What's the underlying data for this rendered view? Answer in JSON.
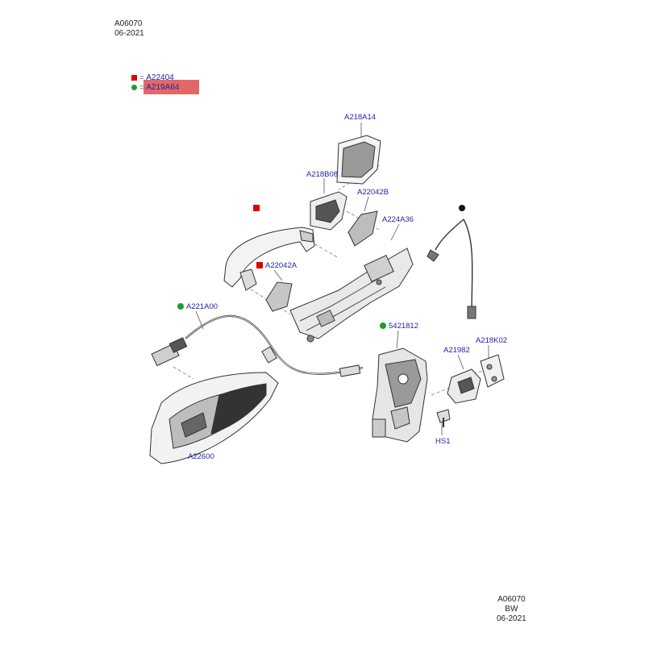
{
  "header": {
    "code": "A06070",
    "date": "06-2021"
  },
  "footer": {
    "code": "A06070",
    "author": "BW",
    "date": "06-2021"
  },
  "legend": {
    "items": [
      {
        "symbol": "red-square",
        "code": "A22404"
      },
      {
        "symbol": "green-circle",
        "code": "A219A64"
      }
    ],
    "equals": "="
  },
  "labels": {
    "a218a14": "A218A14",
    "a218b08": "A218B08",
    "a22042b": "A22042B",
    "a224a36": "A224A36",
    "a22042a": "A22042A",
    "a221a00": "A221A00",
    "p5421812": "5421812",
    "a21982": "A21982",
    "a218k02": "A218K02",
    "hs1": "HS1",
    "a22600": "A22600"
  },
  "colors": {
    "red": "#e00000",
    "green": "#1a9e2a",
    "label": "#2323a8",
    "highlight": "#e05656"
  }
}
